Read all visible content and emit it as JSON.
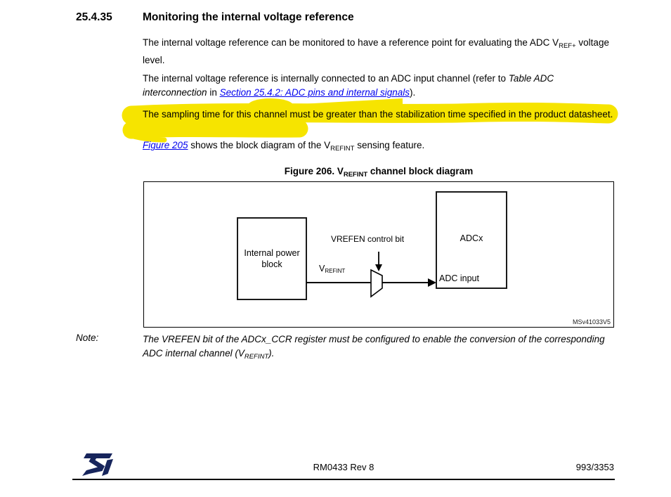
{
  "section": {
    "number": "25.4.35",
    "title": "Monitoring the internal voltage reference"
  },
  "paragraphs": {
    "p1_a": "The internal voltage reference can be monitored to have a reference point for evaluating the ADC V",
    "p1_sub": "REF+",
    "p1_b": " voltage level.",
    "p2_a": "The internal voltage reference is internally connected to an ADC input channel (refer to ",
    "p2_table_ref": "Table ADC interconnection",
    "p2_b": " in ",
    "p2_link": "Section 25.4.2: ADC pins and internal signals",
    "p2_c": ").",
    "p3_highlighted": "The sampling time for this channel must be greater than the stabilization time specified in the product datasheet.",
    "p4_link": "Figure 205",
    "p4_a": " shows the block diagram of the V",
    "p4_sub": "REFINT",
    "p4_b": " sensing feature."
  },
  "figure": {
    "caption_a": "Figure 206. V",
    "caption_sub": "REFINT",
    "caption_b": " channel block diagram",
    "power_block_label": "Internal power block",
    "adcx_label": "ADCx",
    "adc_input_label": "ADC input",
    "vrefen_label": "VREFEN control bit",
    "vrefint_v": "V",
    "vrefint_sub": "REFINT",
    "watermark": "MSv41033V5"
  },
  "note": {
    "label": "Note:",
    "text_a": "The VREFEN bit of the ADCx_CCR register must be configured to enable the conversion of the corresponding ADC internal channel (V",
    "text_sub": "REFINT",
    "text_b": ")."
  },
  "footer": {
    "doc_ref": "RM0433 Rev 8",
    "page_number": "993/3353"
  },
  "colors": {
    "link_blue": "#0000EE",
    "highlight_yellow": "#F6E400",
    "logo_navy": "#17255C"
  }
}
